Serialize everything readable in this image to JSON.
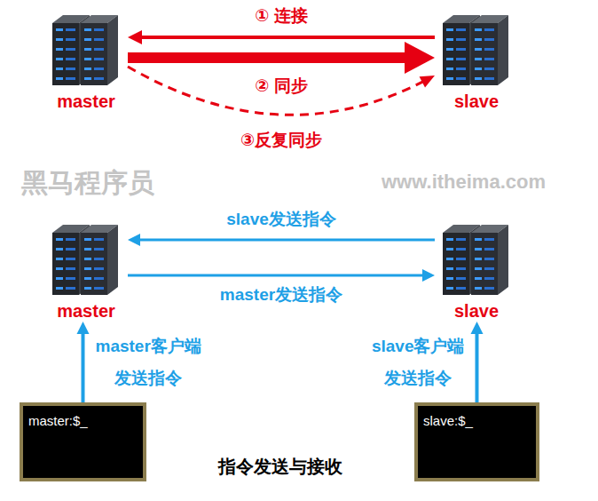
{
  "diagram": {
    "caption": "指令发送与接收",
    "nodes": [
      {
        "text": [
          "master"
        ]
      },
      {
        "text": [
          "slave"
        ]
      },
      {
        "text": [
          "master"
        ]
      },
      {
        "text": [
          "slave"
        ]
      },
      {
        "text": [
          "master:$_"
        ]
      },
      {
        "text": [
          "slave:$_"
        ]
      }
    ],
    "edges": [
      {
        "from": 1,
        "to": 0,
        "arrow": "to",
        "label": "① 连接"
      },
      {
        "from": 0,
        "to": 1,
        "arrow": "to",
        "label": "② 同步"
      },
      {
        "from": 0,
        "to": 1,
        "arrow": "to",
        "label": "③反复同步"
      },
      {
        "from": 3,
        "to": 2,
        "arrow": "to",
        "label": "slave发送指令"
      },
      {
        "from": 2,
        "to": 3,
        "arrow": "to",
        "label": "master发送指令"
      },
      {
        "from": 4,
        "to": 2,
        "arrow": "to",
        "label": "master客户端 发送指令"
      },
      {
        "from": 5,
        "to": 3,
        "arrow": "to",
        "label": "slave客户端 发送指令"
      }
    ],
    "labels": [
      "黑马程序员",
      "www.itheima.com"
    ]
  }
}
